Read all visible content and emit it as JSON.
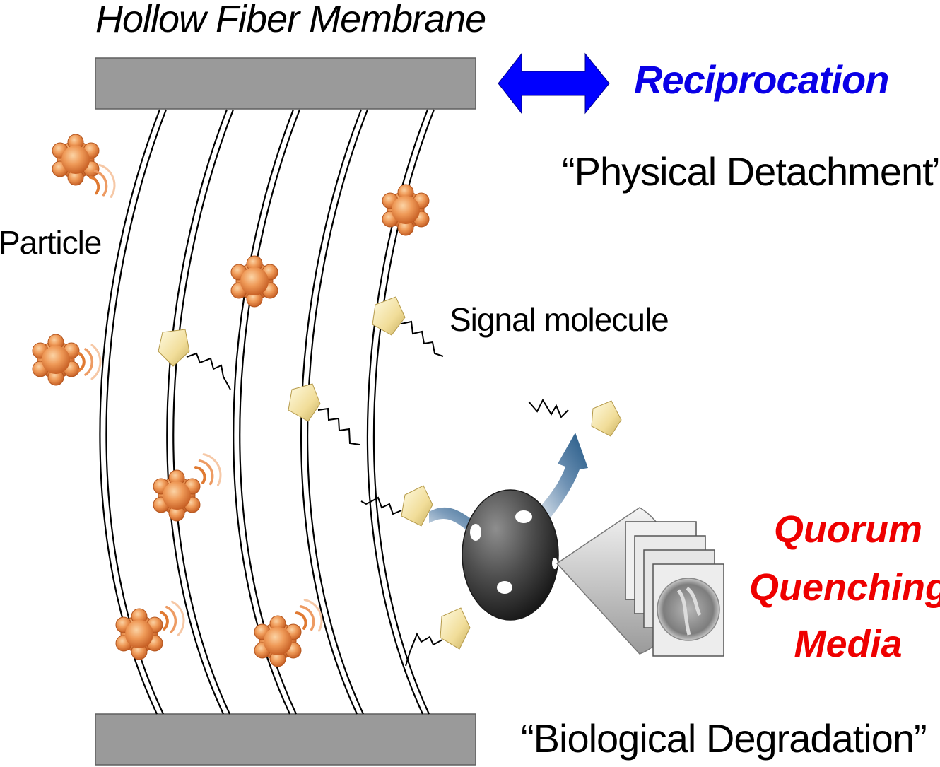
{
  "title": "Hollow Fiber Membrane",
  "reciprocation": "Reciprocation",
  "physical_detachment": "“Physical Detachment”",
  "particle_label": "Particle",
  "signal_label": "Signal molecule",
  "qq_media": {
    "line1": "Quorum",
    "line2": "Quenching",
    "line3": "Media"
  },
  "biological_degradation": "“Biological Degradation”",
  "colors": {
    "reciprocation": "#0a00e6",
    "qq_media": "#ee0000",
    "header_bar": "#9a9a9a",
    "particle": "#e07a32",
    "signal_molecule": "#f2e3a2",
    "arrow": "#0000ff",
    "flow_arrow": "#1f5583"
  }
}
